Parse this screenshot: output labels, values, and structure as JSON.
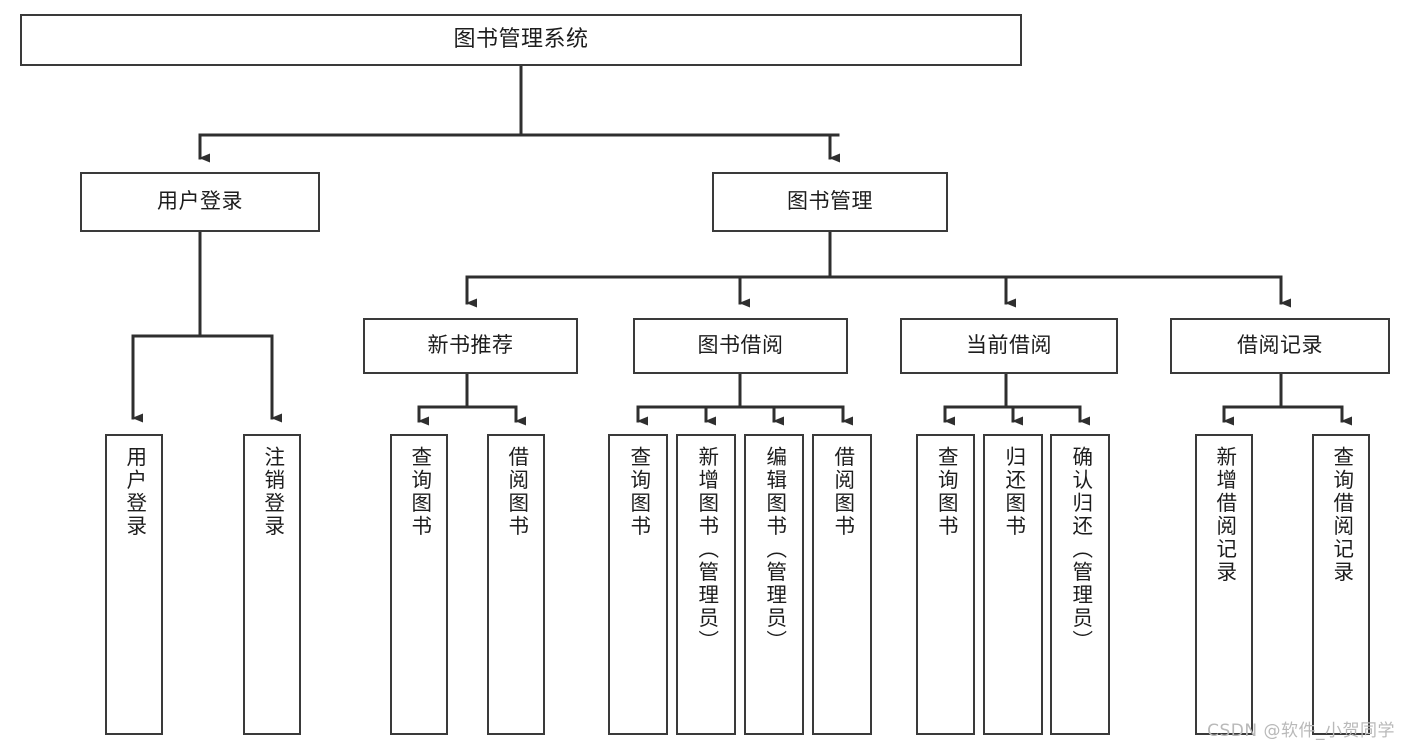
{
  "diagram": {
    "type": "tree-hierarchy",
    "title": "图书管理系统",
    "watermark": "CSDN @软件_小贺同学",
    "colors": {
      "background": "#ffffff",
      "box_border": "#3a3a3a",
      "connector": "#2f2f2f",
      "text": "#1d1d1d",
      "watermark": "#b9b9b9"
    },
    "nodes": {
      "root": {
        "label": "图书管理系统",
        "level": 0
      },
      "level2": [
        {
          "id": "user-login",
          "label": "用户登录"
        },
        {
          "id": "book-manage",
          "label": "图书管理"
        }
      ],
      "level3": [
        {
          "id": "new-book-recommend",
          "label": "新书推荐"
        },
        {
          "id": "book-borrow",
          "label": "图书借阅"
        },
        {
          "id": "current-borrow",
          "label": "当前借阅"
        },
        {
          "id": "borrow-record",
          "label": "借阅记录"
        }
      ],
      "leaves": {
        "user-login": [
          {
            "id": "leaf-user-login",
            "label": "用户登录"
          },
          {
            "id": "leaf-logout",
            "label": "注销登录"
          }
        ],
        "new-book-recommend": [
          {
            "id": "leaf-query-book-1",
            "label": "查询图书"
          },
          {
            "id": "leaf-borrow-book-1",
            "label": "借阅图书"
          }
        ],
        "book-borrow": [
          {
            "id": "leaf-query-book-2",
            "label": "查询图书"
          },
          {
            "id": "leaf-add-book",
            "label": "新增图书（管理员）"
          },
          {
            "id": "leaf-edit-book",
            "label": "编辑图书（管理员）"
          },
          {
            "id": "leaf-borrow-book-2",
            "label": "借阅图书"
          }
        ],
        "current-borrow": [
          {
            "id": "leaf-query-book-3",
            "label": "查询图书"
          },
          {
            "id": "leaf-return-book",
            "label": "归还图书"
          },
          {
            "id": "leaf-confirm-return",
            "label": "确认归还（管理员）"
          }
        ],
        "borrow-record": [
          {
            "id": "leaf-add-record",
            "label": "新增借阅记录"
          },
          {
            "id": "leaf-query-record",
            "label": "查询借阅记录"
          }
        ]
      }
    }
  }
}
